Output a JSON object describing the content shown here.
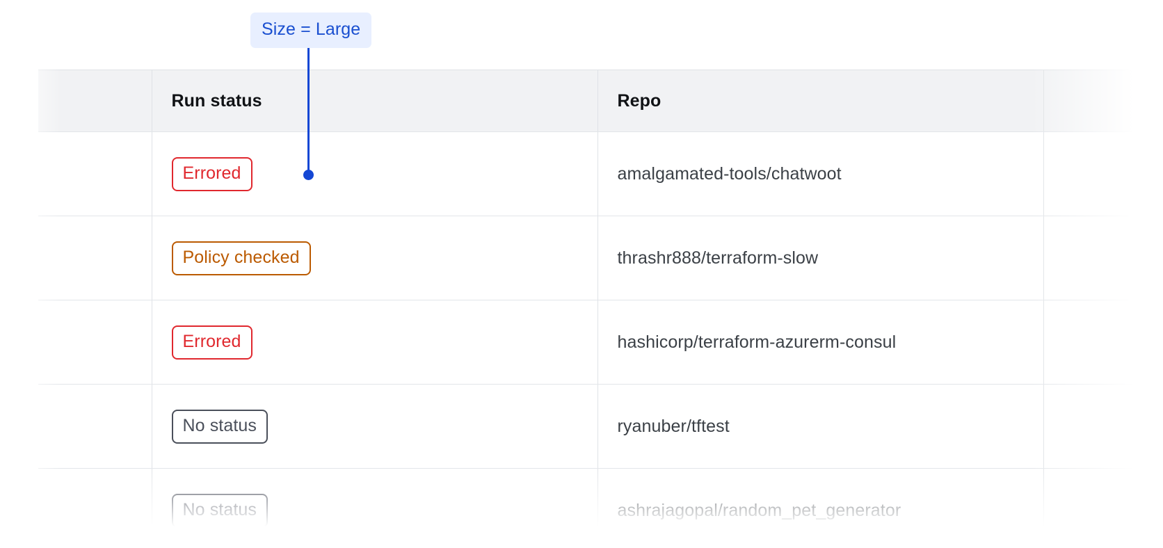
{
  "annotation": {
    "label": "Size = Large",
    "accent_color": "#1447d4",
    "badge_background": "#e8efff"
  },
  "table": {
    "columns": [
      {
        "key": "lead",
        "label": ""
      },
      {
        "key": "status",
        "label": "Run status"
      },
      {
        "key": "repo",
        "label": "Repo"
      },
      {
        "key": "tail",
        "label": ""
      }
    ],
    "rows": [
      {
        "status": "Errored",
        "status_variant": "errored",
        "repo": "amalgamated-tools/chatwoot"
      },
      {
        "status": "Policy checked",
        "status_variant": "policy-checked",
        "repo": "thrashr888/terraform-slow"
      },
      {
        "status": "Errored",
        "status_variant": "errored",
        "repo": "hashicorp/terraform-azurerm-consul"
      },
      {
        "status": "No status",
        "status_variant": "no-status",
        "repo": "ryanuber/tftest"
      },
      {
        "status": "No status",
        "status_variant": "no-status",
        "repo": "ashrajagopal/random_pet_generator"
      }
    ],
    "status_colors": {
      "errored": "#e0282e",
      "policy-checked": "#bb5a00",
      "no-status": "#4a4f5a"
    },
    "header_background": "#f1f2f4",
    "border_color": "#dfe2e6"
  }
}
